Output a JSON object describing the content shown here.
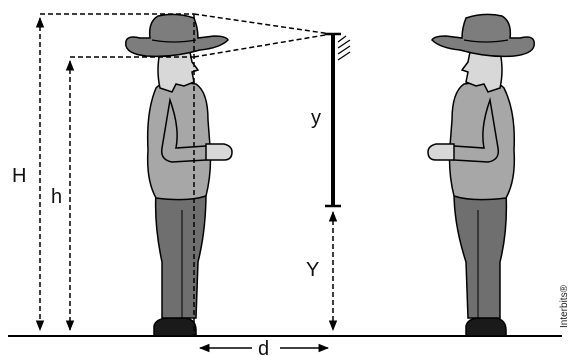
{
  "labels": {
    "H": "H",
    "h": "h",
    "y": "y",
    "Y": "Y",
    "d": "d"
  },
  "credit": "Interbits®"
}
